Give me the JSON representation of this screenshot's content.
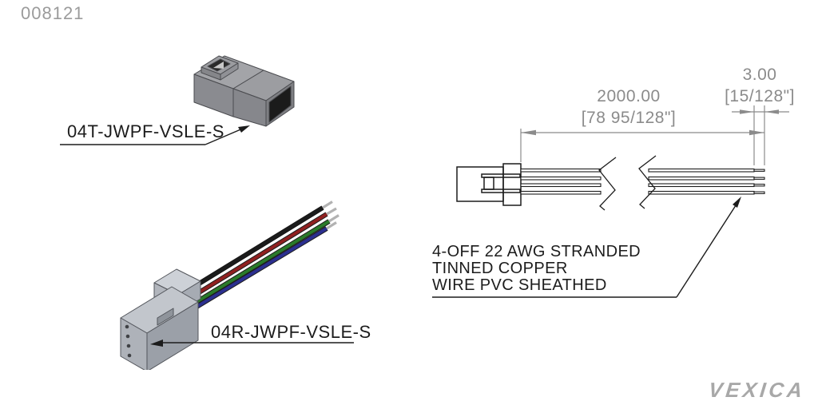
{
  "document": {
    "number": "008121"
  },
  "brand": {
    "name": "VEXICA"
  },
  "components": {
    "plug": {
      "label": "04T-JWPF-VSLE-S"
    },
    "receptacle": {
      "label": "04R-JWPF-VSLE-S"
    },
    "wires": {
      "count": 4,
      "note_lines": [
        "4-OFF 22 AWG STRANDED",
        "TINNED COPPER",
        "WIRE PVC SHEATHED"
      ],
      "colors": [
        {
          "name": "black",
          "hex": "#1b1b1b"
        },
        {
          "name": "red",
          "hex": "#8f2020"
        },
        {
          "name": "green",
          "hex": "#2a7a2a"
        },
        {
          "name": "blue",
          "hex": "#2b2f8f"
        }
      ],
      "tip_color": "#b2b2b2"
    }
  },
  "dimensions": {
    "cable_length": {
      "metric": "2000.00",
      "imperial": "[78 95/128\"]"
    },
    "strip_length": {
      "metric": "3.00",
      "imperial": "[15/128\"]"
    }
  },
  "palette": {
    "dimension_gray": "#8b8b8b",
    "line_black": "#1c1c1c",
    "faint_gray_text": "#9b9b9b"
  }
}
